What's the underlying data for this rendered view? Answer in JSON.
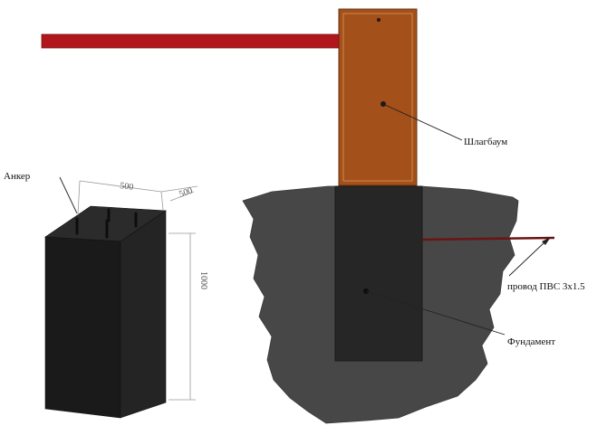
{
  "labels": {
    "anchor": "Анкер",
    "barrier": "Шлагбаум",
    "cable": "провод ПВС 3x1.5",
    "foundation": "Фундамент"
  },
  "dimensions": {
    "length": "500",
    "width": "500",
    "height": "1000"
  },
  "colors": {
    "boom": "#b0161b",
    "post": "#a3501a",
    "ground": "#4a4a4a",
    "foundation": "#262626",
    "block": "#1d1d1d",
    "cable": "#6b1414"
  }
}
